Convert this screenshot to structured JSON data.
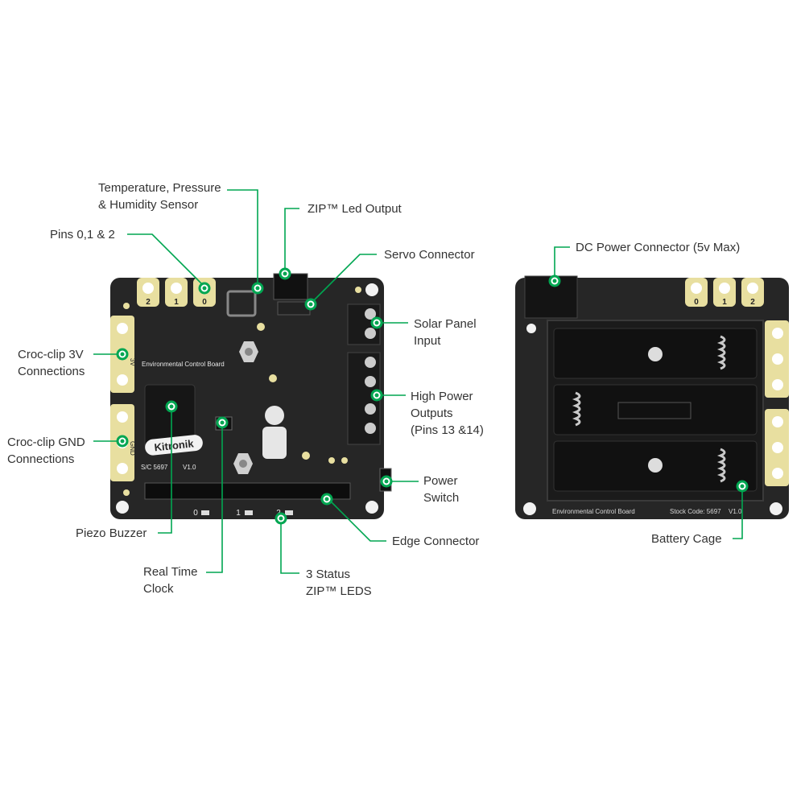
{
  "colors": {
    "leader": "#00a651",
    "pcb": "#262626",
    "pad": "#e8dfa0",
    "text": "#333333"
  },
  "labels": {
    "temp_sensor": {
      "line1": "Temperature, Pressure",
      "line2": "& Humidity Sensor"
    },
    "zip_led_output": {
      "line1": "ZIP™ Led Output"
    },
    "pins_012": {
      "line1": "Pins 0,1 & 2"
    },
    "servo_connector": {
      "line1": "Servo Connector"
    },
    "solar_panel": {
      "line1": "Solar Panel",
      "line2": "Input"
    },
    "croc_3v": {
      "line1": "Croc-clip 3V",
      "line2": "Connections"
    },
    "high_power": {
      "line1": "High Power",
      "line2": "Outputs",
      "line3": "(Pins 13 &14)"
    },
    "croc_gnd": {
      "line1": "Croc-clip GND",
      "line2": "Connections"
    },
    "power_switch": {
      "line1": "Power",
      "line2": "Switch"
    },
    "piezo_buzzer": {
      "line1": "Piezo Buzzer"
    },
    "edge_connector": {
      "line1": "Edge Connector"
    },
    "rtc": {
      "line1": "Real Time",
      "line2": "Clock"
    },
    "status_leds": {
      "line1": "3 Status",
      "line2": "ZIP™ LEDS"
    },
    "dc_power": {
      "line1": "DC Power Connector (5v Max)"
    },
    "battery_cage": {
      "line1": "Battery Cage"
    }
  },
  "board_text": {
    "front_pins": [
      "2",
      "1",
      "0"
    ],
    "back_pins": [
      "0",
      "1",
      "2"
    ],
    "logo": "Kitronik",
    "board_name": "Environmental Control Board",
    "stock": "S/C 5697",
    "version": "V1.0",
    "edge_pins": [
      "0",
      "1",
      "2"
    ],
    "side_3v": "3V",
    "side_gnd": "GND",
    "back_footer": "Environmental Control Board",
    "back_stock": "Stock Code: 5697",
    "back_version": "V1.0"
  }
}
